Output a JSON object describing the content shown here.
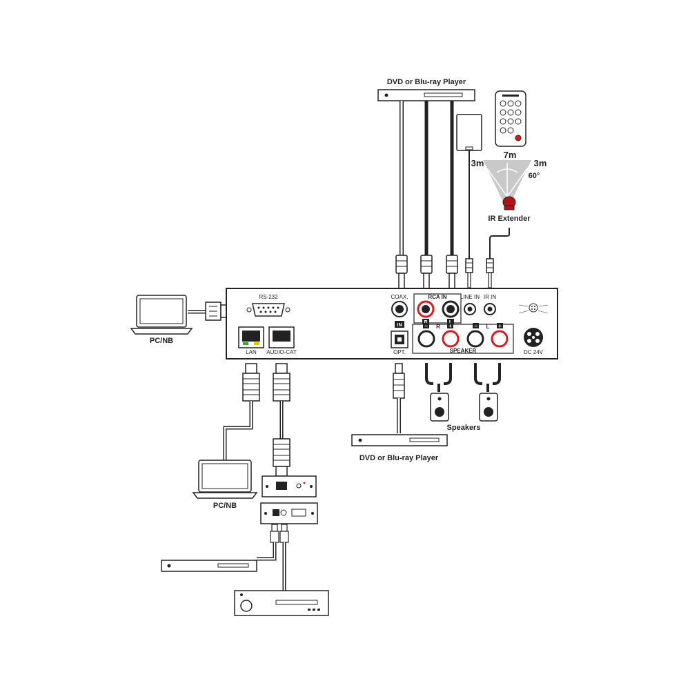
{
  "labels": {
    "dvd_top": "DVD or Blu-ray Player",
    "dvd_bottom": "DVD or Blu-ray Player",
    "pc_left": "PC/NB",
    "pc_bottom": "PC/NB",
    "speakers": "Speakers",
    "ir_extender": "IR Extender",
    "ir_range_left": "3m",
    "ir_range_center": "7m",
    "ir_range_right": "3m",
    "ir_angle": "60°"
  },
  "panel": {
    "rs232": "RS-232",
    "lan": "LAN",
    "audio_cat": "AUDIO-CAT",
    "coax": "COAX.",
    "in": "IN",
    "opt": "OPT.",
    "rca_in": "RCA IN",
    "rca_r": "R",
    "rca_l": "L",
    "line_in": "LINE IN",
    "ir_in": "IR IN",
    "speaker": "SPEAKER",
    "spk_r": "R",
    "spk_l": "L",
    "minus": "−",
    "plus": "+",
    "dc_24v": "DC 24V"
  },
  "colors": {
    "line": "#222222",
    "red": "#d71920",
    "green": "#3aa935",
    "yellow": "#e6c200",
    "ir_fan": "#c9c9c9",
    "ir_led": "#b01515"
  }
}
